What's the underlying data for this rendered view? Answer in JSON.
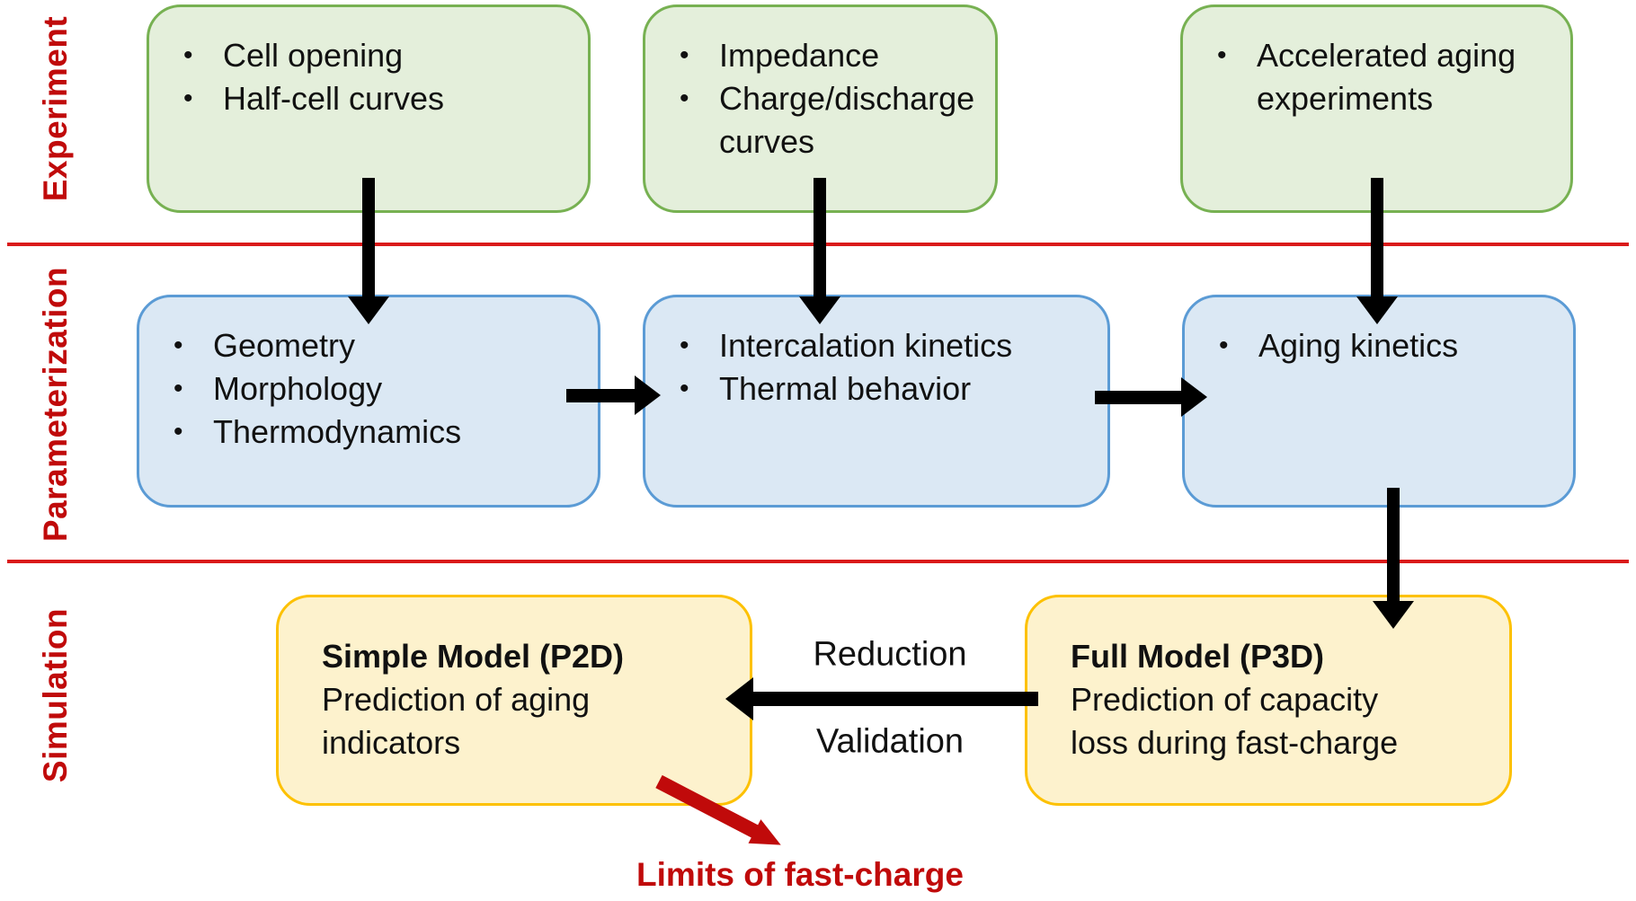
{
  "figure": {
    "bullet_char": "•",
    "colors": {
      "row_label_red": "#c00a0a",
      "divider_red": "#da1a1a",
      "green_fill": "#e4efdb",
      "green_border": "#77b152",
      "blue_fill": "#dbe8f4",
      "blue_border": "#5b9bd5",
      "yellow_fill": "#fdf2cd",
      "yellow_border": "#fdc101",
      "arrow_black": "#000000",
      "arrow_red": "#c00a0a"
    },
    "row_labels": {
      "experiment": "Experiment",
      "parameterization": "Parameterization",
      "simulation": "Simulation"
    },
    "experiment_boxes": [
      {
        "items": [
          "Cell opening",
          "Half-cell curves"
        ]
      },
      {
        "items": [
          "Impedance",
          "Charge/discharge curves"
        ]
      },
      {
        "items": [
          "Accelerated aging experiments"
        ]
      }
    ],
    "parameterization_boxes": [
      {
        "items": [
          "Geometry",
          "Morphology",
          "Thermodynamics"
        ]
      },
      {
        "items": [
          "Intercalation kinetics",
          "Thermal behavior"
        ]
      },
      {
        "items": [
          "Aging kinetics"
        ]
      }
    ],
    "simulation_boxes": [
      {
        "title": "Simple Model (P2D)",
        "body": "Prediction of aging indicators"
      },
      {
        "title": "Full Model (P3D)",
        "body": "Prediction of capacity loss during fast-charge"
      }
    ],
    "model_arrow_labels": {
      "top": "Reduction",
      "bottom": "Validation"
    },
    "red_arrow_label": "Limits of fast-charge"
  }
}
